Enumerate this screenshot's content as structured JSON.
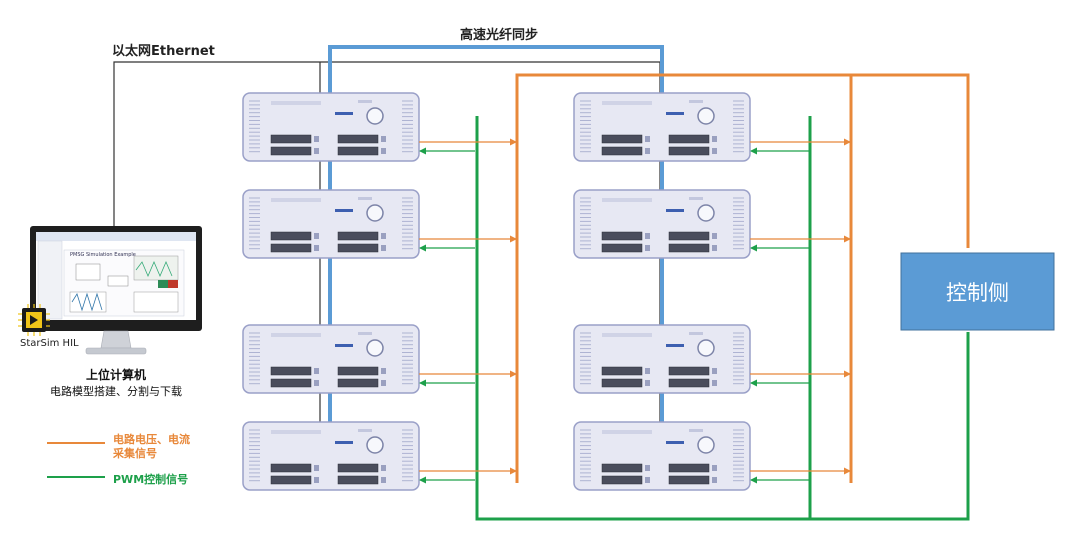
{
  "labels": {
    "ethernet": "以太网Ethernet",
    "fiber": "高速光纤同步",
    "host_title": "上位计算机",
    "host_subtitle": "电路模型搭建、分割与下载",
    "starsim": "StarSim HIL",
    "control_side": "控制侧",
    "monitor_title": "PMSG Simulation Example"
  },
  "legend": {
    "orange_line1": "电路电压、电流",
    "orange_line2": "采集信号",
    "green": "PWM控制信号"
  },
  "colors": {
    "orange": "#e8883a",
    "green": "#1da04a",
    "blue": "#5b9bd5",
    "ethernet": "#333333",
    "control_box": "#5b9bd5",
    "chassis": "#e7e8f3",
    "chassis_border": "#9aa0c8"
  },
  "simulators": [
    {
      "id": "left-1"
    },
    {
      "id": "left-2"
    },
    {
      "id": "left-3"
    },
    {
      "id": "left-4"
    },
    {
      "id": "right-1"
    },
    {
      "id": "right-2"
    },
    {
      "id": "right-3"
    },
    {
      "id": "right-4"
    }
  ]
}
